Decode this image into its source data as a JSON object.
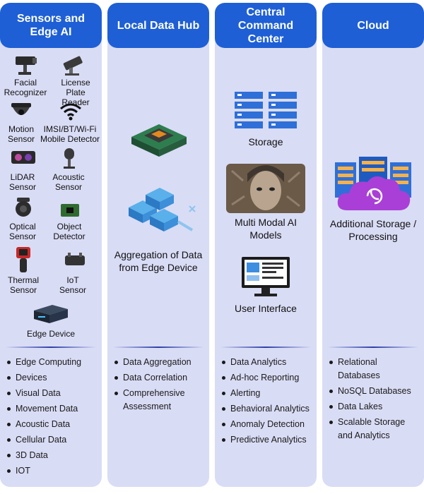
{
  "columns": [
    {
      "title": "Sensors and Edge AI",
      "sensors": [
        {
          "label": "Facial Recognizer",
          "icon": "camera-icon"
        },
        {
          "label": "License Plate Reader",
          "icon": "plate-camera-icon"
        },
        {
          "label": "Motion Sensor",
          "icon": "dome-camera-icon"
        },
        {
          "label": "IMSI/BT/Wi-Fi Mobile Detector",
          "icon": "wifi-icon"
        },
        {
          "label": "LiDAR Sensor",
          "icon": "lidar-icon"
        },
        {
          "label": "Acoustic Sensor",
          "icon": "acoustic-icon"
        },
        {
          "label": "Optical Sensor",
          "icon": "optical-icon"
        },
        {
          "label": "Object Detector",
          "icon": "chip-icon"
        },
        {
          "label": "Thermal Sensor",
          "icon": "thermal-icon"
        },
        {
          "label": "IoT Sensor",
          "icon": "iot-icon"
        }
      ],
      "device": {
        "label": "Edge Device",
        "icon": "edge-device-icon"
      },
      "bullets": [
        "Edge Computing",
        "Devices",
        "Visual Data",
        "Movement Data",
        "Acoustic Data",
        "Cellular Data",
        "3D Data",
        "IOT"
      ]
    },
    {
      "title": "Local Data Hub",
      "caption": "Aggregation of Data from Edge Device",
      "bullets": [
        "Data Aggregation",
        "Data Correlation",
        "Comprehensive Assessment"
      ]
    },
    {
      "title": "Central Command Center",
      "items": [
        {
          "label": "Storage",
          "icon": "server-rack-icon"
        },
        {
          "label": "Multi Modal AI Models",
          "icon": "ai-face-icon"
        },
        {
          "label": "User Interface",
          "icon": "monitor-icon"
        }
      ],
      "bullets": [
        "Data Analytics",
        "Ad-hoc Reporting",
        "Alerting",
        "Behavioral Analytics",
        "Anomaly Detection",
        "Predictive Analytics"
      ]
    },
    {
      "title": "Cloud",
      "caption": "Additional Storage / Processing",
      "bullets": [
        "Relational Databases",
        "NoSQL Databases",
        "Data Lakes",
        "Scalable Storage and Analytics"
      ]
    }
  ],
  "colors": {
    "header": "#1e5fd6",
    "panel": "#d9dcf5",
    "accent": "#2a3ea8"
  }
}
